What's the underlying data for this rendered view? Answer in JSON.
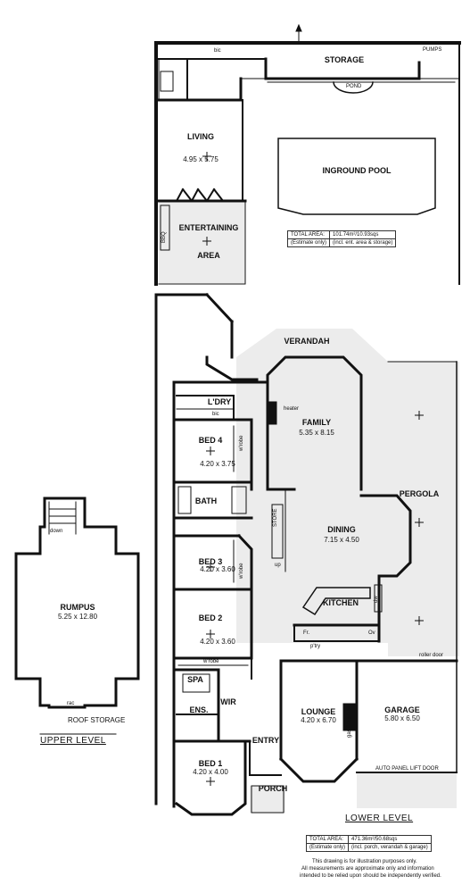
{
  "rooms": {
    "storage": "STORAGE",
    "pumps": "PUMPS",
    "bic_top": "bic",
    "pond": "POND",
    "living": "LIVING",
    "living_dim": "4.95 x 5.75",
    "pool": "INGROUND POOL",
    "entertaining": "ENTERTAINING",
    "entertaining_area": "AREA",
    "bbq": "BBQ",
    "verandah": "VERANDAH",
    "ldry": "L'DRY",
    "bic_ldry": "bic",
    "heater": "heater",
    "family": "FAMILY",
    "family_dim": "5.35 x 8.15",
    "bed4": "BED 4",
    "bed4_dim": "4.20 x 3.75",
    "wrobe4": "w'robe",
    "bath": "BATH",
    "store": "STORE",
    "pergola": "PERGOLA",
    "dining": "DINING",
    "dining_dim": "7.15 x 4.50",
    "bed3": "BED 3",
    "bed3_dim": "4.20 x 3.60",
    "wrobe3": "w'robe",
    "up": "up",
    "kitchen": "KITCHEN",
    "dw": "dw",
    "bed2": "BED 2",
    "bed2_dim": "4.20 x 3.60",
    "fr": "Fr.",
    "ov": "Ov",
    "ptry": "p'try",
    "wrobe2": "w'robe",
    "roller_door": "roller door",
    "spa": "SPA",
    "wir": "WIR",
    "ens": "ENS.",
    "lounge": "LOUNGE",
    "lounge_dim": "4.20 x 6.70",
    "gas_fire_place": "gas fire place",
    "garage": "GARAGE",
    "garage_dim": "5.80 x 6.50",
    "entry": "ENTRY",
    "bed1": "BED 1",
    "bed1_dim": "4.20 x 4.00",
    "auto_door": "AUTO PANEL LIFT DOOR",
    "porch": "PORCH",
    "rumpus": "RUMPUS",
    "rumpus_dim": "5.25 x 12.80",
    "down": "down",
    "rac": "rac",
    "roof_storage": "ROOF STORAGE"
  },
  "labels": {
    "upper_level": "UPPER LEVEL",
    "lower_level": "LOWER LEVEL"
  },
  "area_top": {
    "label1": "TOTAL AREA:",
    "label2": "(Estimate only)",
    "value1": "101.74m²/10.93sqs",
    "value2": "(incl. ent. area & storage)"
  },
  "area_bottom": {
    "label1": "TOTAL AREA:",
    "label2": "(Estimate only)",
    "value1": "471.36m²/50.68sqs",
    "value2": "(incl. porch, verandah & garage)"
  },
  "disclaimer": {
    "line1": "This drawing is for illustration purposes only.",
    "line2": "All measurements are approximate only and information",
    "line3": "intended to be relied upon should be independently verified."
  }
}
